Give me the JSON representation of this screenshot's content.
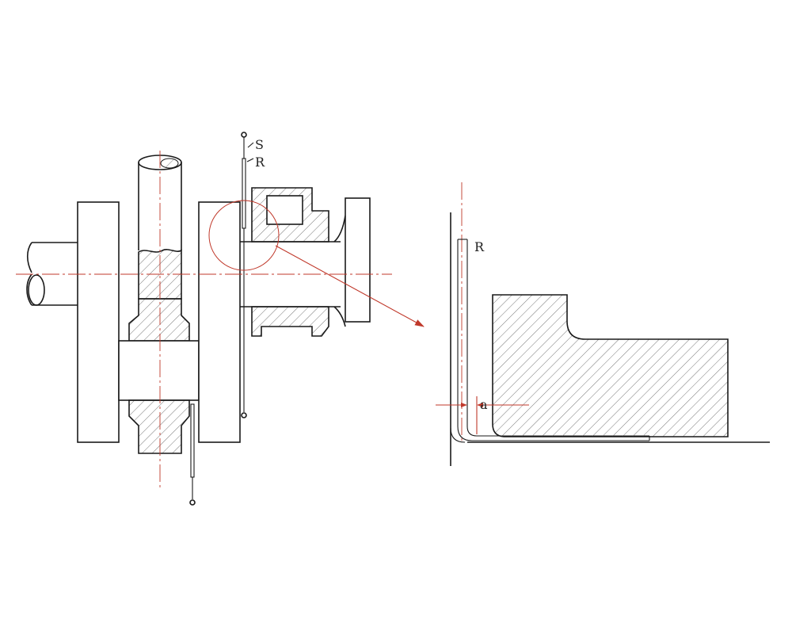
{
  "diagram": {
    "labels": {
      "s": "S",
      "r_main": "R",
      "r_detail": "R",
      "a_detail": "a"
    },
    "colors": {
      "outline": "#1a1a1a",
      "centerline": "#c0392b",
      "hatch": "#555555",
      "background": "#ffffff"
    }
  }
}
